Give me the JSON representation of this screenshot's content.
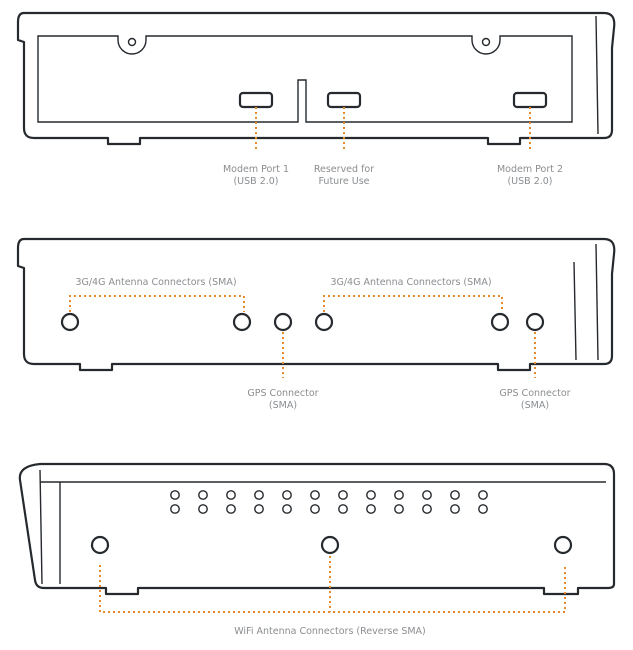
{
  "panel_top": {
    "modem_port_1": [
      "Modem Port 1",
      "(USB 2.0)"
    ],
    "reserved": [
      "Reserved for",
      "Future Use"
    ],
    "modem_port_2": [
      "Modem Port 2",
      "(USB 2.0)"
    ]
  },
  "panel_middle": {
    "antenna_left": "3G/4G Antenna Connectors (SMA)",
    "antenna_right": "3G/4G Antenna Connectors (SMA)",
    "gps_left": [
      "GPS Connector",
      "(SMA)"
    ],
    "gps_right": [
      "GPS Connector",
      "(SMA)"
    ]
  },
  "panel_bottom": {
    "wifi": "WiFi Antenna Connectors (Reverse SMA)"
  },
  "colors": {
    "outline": "#262a2e",
    "leader": "#e8892c",
    "label": "#8a8d90"
  }
}
